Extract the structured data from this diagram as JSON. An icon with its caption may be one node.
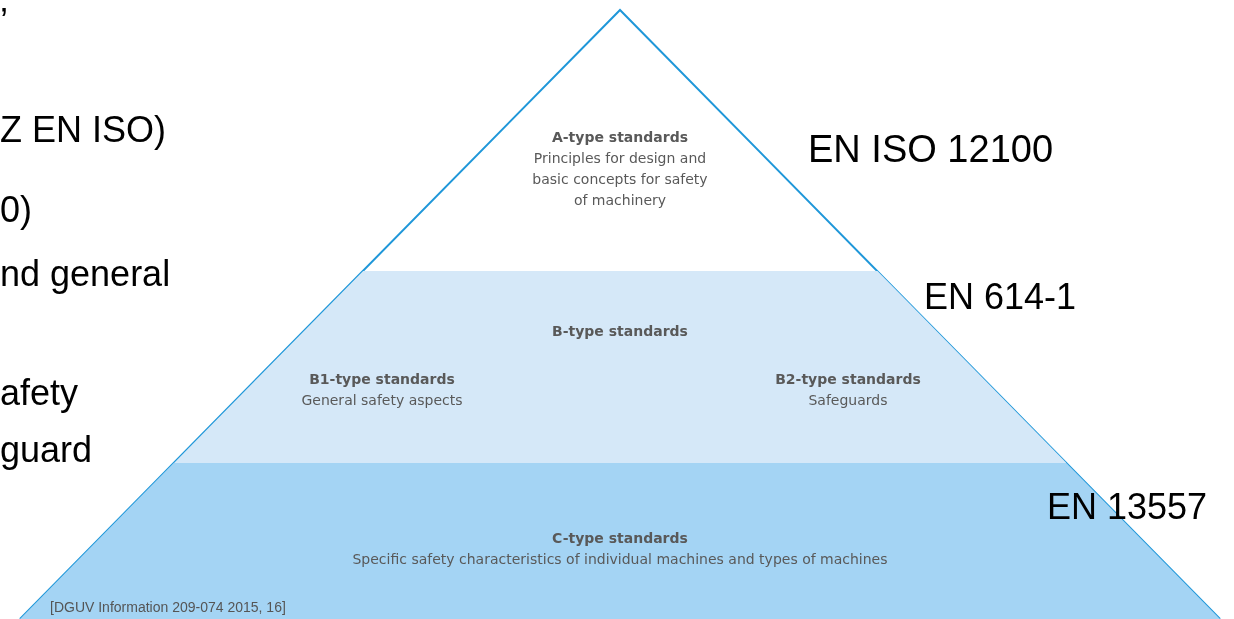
{
  "diagram": {
    "nodes": [
      {
        "text": [
          "A-type standards",
          "Principles for design and basic concepts for safety of machinery"
        ]
      },
      {
        "text": [
          "B-type standards"
        ]
      },
      {
        "text": [
          "B1-type standards",
          "General safety aspects"
        ],
        "in": 1
      },
      {
        "text": [
          "B2-type standards",
          "Safeguards"
        ],
        "in": 1
      },
      {
        "text": [
          "C-type standards",
          "Specific safety characteristics of individual machines and types of machines"
        ]
      }
    ],
    "edges": [],
    "labels": [
      "’",
      "Z EN ISO)",
      "0)",
      "nd general",
      "afety",
      "guard",
      "EN ISO 12100",
      "EN 614-1",
      "EN 13557",
      "[DGUV Information 209-074 2015, 16]"
    ]
  }
}
